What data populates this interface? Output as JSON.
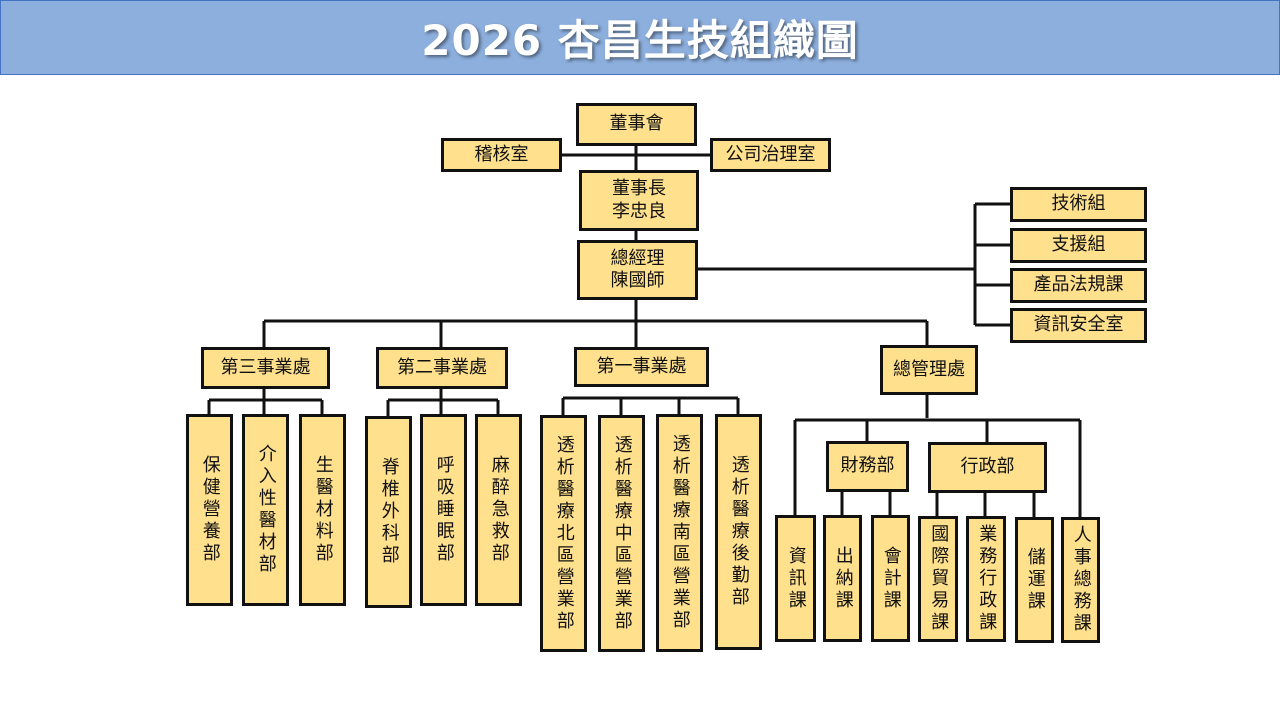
{
  "title": "2026 杏昌生技組織圖",
  "board": "董事會",
  "audit": "稽核室",
  "governance": "公司治理室",
  "chairman": "董事長\n李忠良",
  "gm": "總經理\n陳國師",
  "staff": [
    "技術組",
    "支援組",
    "產品法規課",
    "資訊安全室"
  ],
  "divisions": [
    "第三事業處",
    "第二事業處",
    "第一事業處",
    "總管理處"
  ],
  "div3_units": [
    "保健營養部",
    "介入性醫材部",
    "生醫材料部"
  ],
  "div2_units": [
    "脊椎外科部",
    "呼吸睡眠部",
    "麻醉急救部"
  ],
  "div1_units": [
    "透析醫療北區營業部",
    "透析醫療中區營業部",
    "透析醫療南區營業部",
    "透析醫療後勤部"
  ],
  "admin_depts": [
    "財務部",
    "行政部"
  ],
  "admin_sections": [
    "資訊課",
    "出納課",
    "會計課",
    "國際貿易課",
    "業務行政課",
    "儲運課",
    "人事總務課"
  ]
}
